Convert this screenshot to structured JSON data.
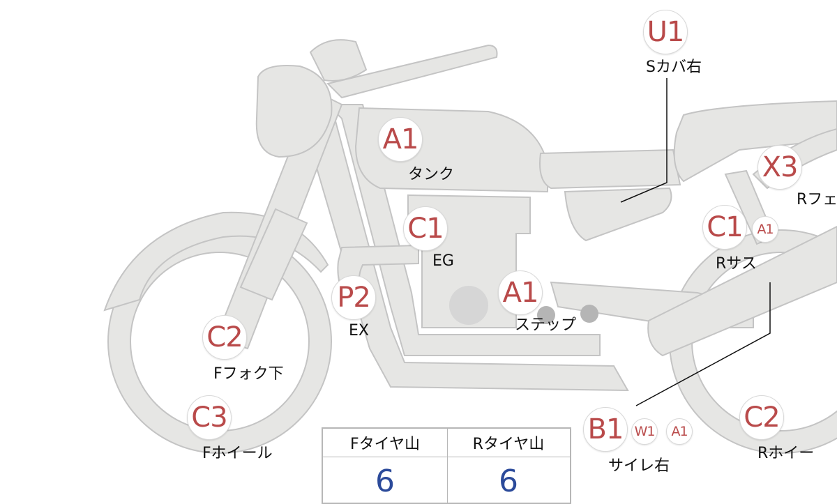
{
  "diagram": {
    "parts": [
      {
        "code": "U1",
        "label": "Sカバ右"
      },
      {
        "code": "A1",
        "label": "タンク"
      },
      {
        "code": "X3",
        "label": "Rフェ"
      },
      {
        "code": "C1",
        "label": "EG"
      },
      {
        "code": "C1",
        "label": "Rサス",
        "extra_code": "A1"
      },
      {
        "code": "P2",
        "label": "EX"
      },
      {
        "code": "A1",
        "label": "ステップ"
      },
      {
        "code": "C2",
        "label": "Fフォク下"
      },
      {
        "code": "C3",
        "label": "Fホイール"
      },
      {
        "code": "B1",
        "label": "サイレ右",
        "extra_codes": [
          "W1",
          "A1"
        ]
      },
      {
        "code": "C2",
        "label": "Rホイー"
      }
    ],
    "tire_tread": {
      "front": {
        "header": "Fタイヤ山",
        "value": "6"
      },
      "rear": {
        "header": "Rタイヤ山",
        "value": "6"
      }
    }
  },
  "colors": {
    "body_fill": "#e6e6e4",
    "body_stroke": "#bfbfbf",
    "code_text": "#b94a4a",
    "tread_value": "#2b4a9a"
  }
}
